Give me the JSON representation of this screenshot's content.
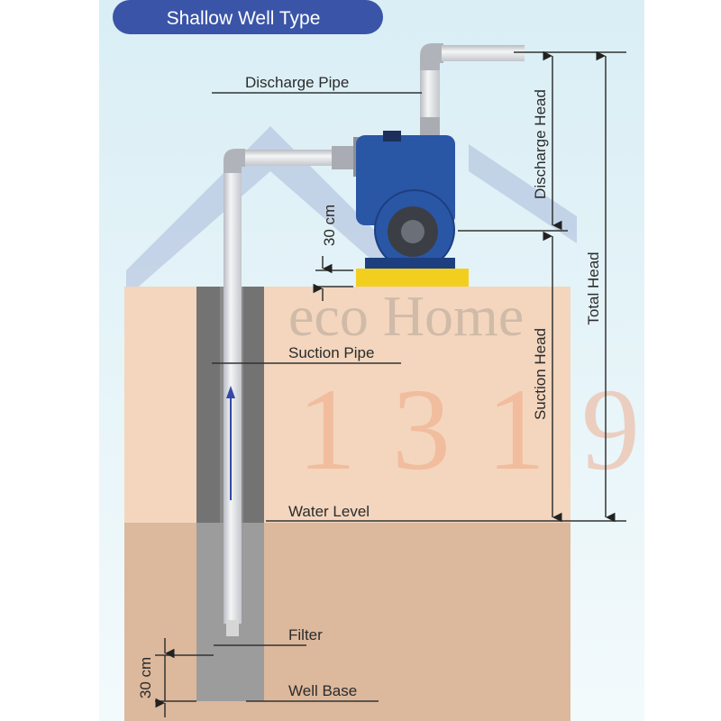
{
  "title": "Shallow Well Type",
  "labels": {
    "discharge_pipe": "Discharge Pipe",
    "suction_pipe": "Suction Pipe",
    "water_level": "Water Level",
    "filter": "Filter",
    "well_base": "Well Base",
    "discharge_head": "Discharge Head",
    "suction_head": "Suction Head",
    "total_head": "Total Head",
    "pump_clearance": "30 cm",
    "filter_clearance": "30 cm"
  },
  "watermark": {
    "line1": "eco Home",
    "line2": "1319"
  },
  "colors": {
    "title_bg": "#3a55a8",
    "pump": "#2a56a6",
    "base": "#f2cf1f",
    "ground": "#f3d6bd",
    "ground_wet": "#dcb89c",
    "casing": "#7a7a7a"
  }
}
